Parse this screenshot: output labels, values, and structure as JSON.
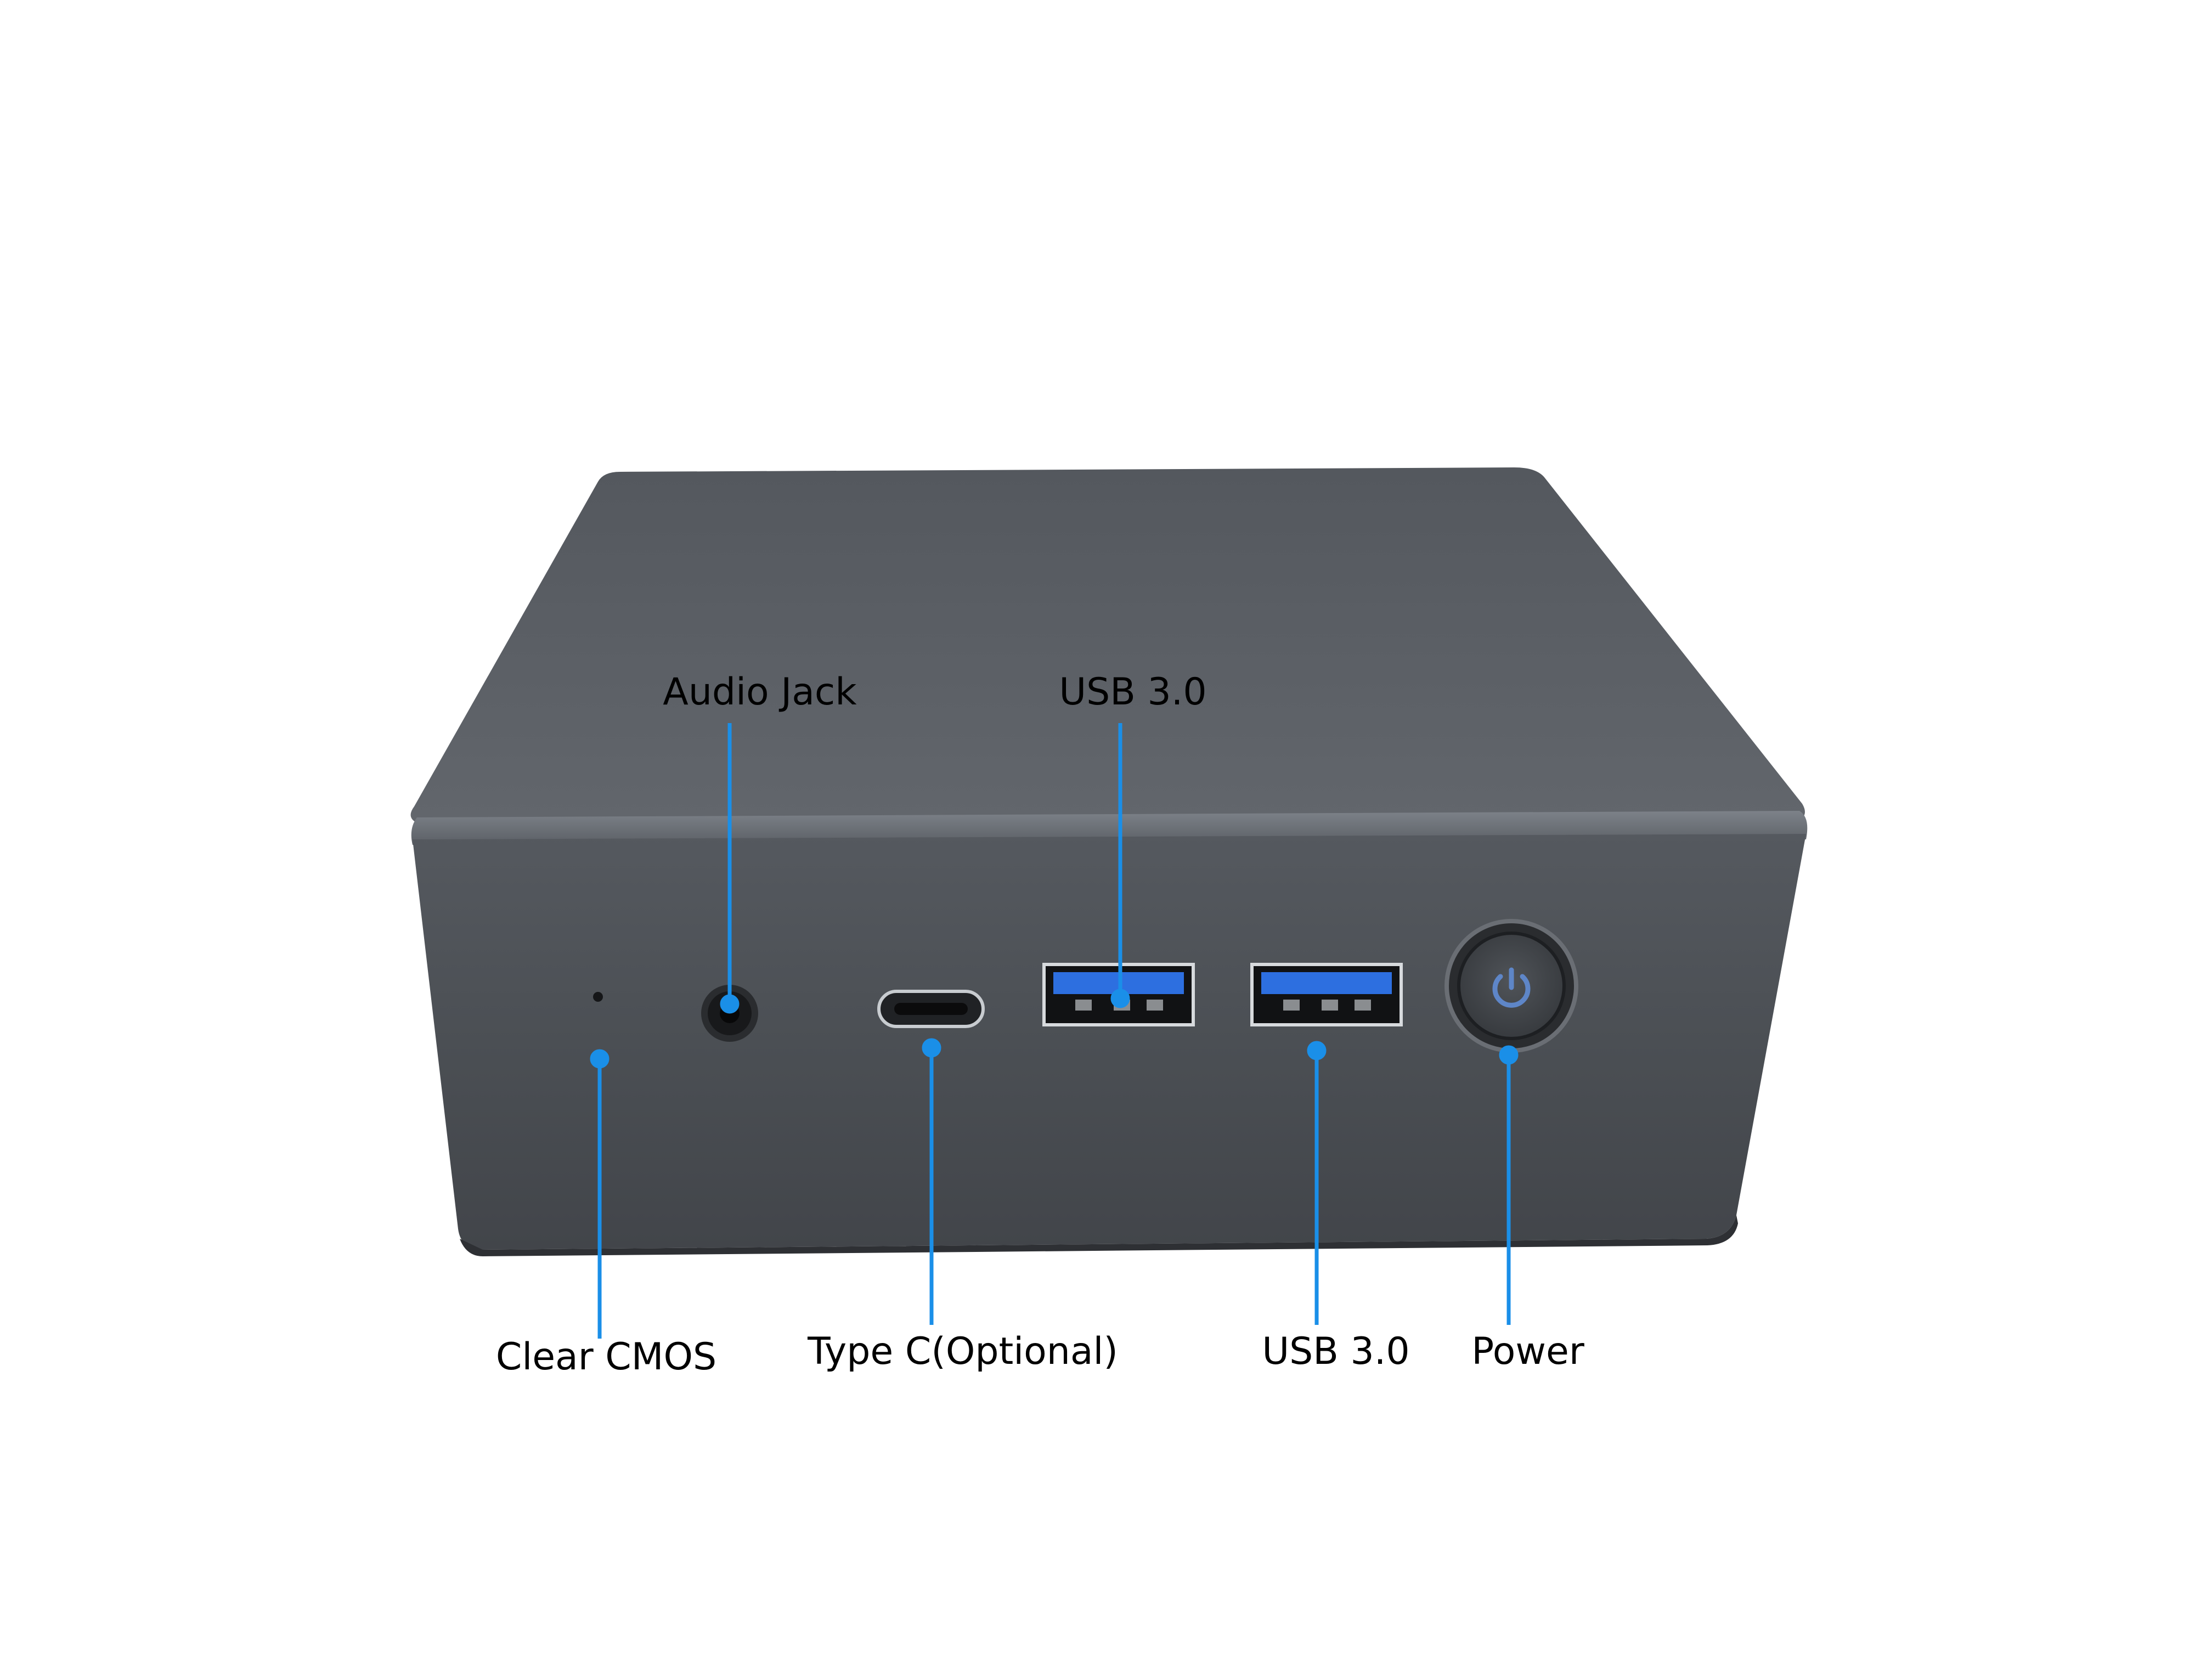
{
  "labels": {
    "audio_jack": "Audio Jack",
    "usb_top": "USB 3.0",
    "clear_cmos": "Clear CMOS",
    "type_c": "Type C(Optional)",
    "usb_bottom": "USB 3.0",
    "power": "Power"
  },
  "colors": {
    "callout": "#1a8fe8",
    "usb_port": "#2d6fe0",
    "chassis": "#4e5257",
    "top_surface": "#5a5e64",
    "background": "#ffffff"
  },
  "icons": {
    "power": "power-icon"
  }
}
